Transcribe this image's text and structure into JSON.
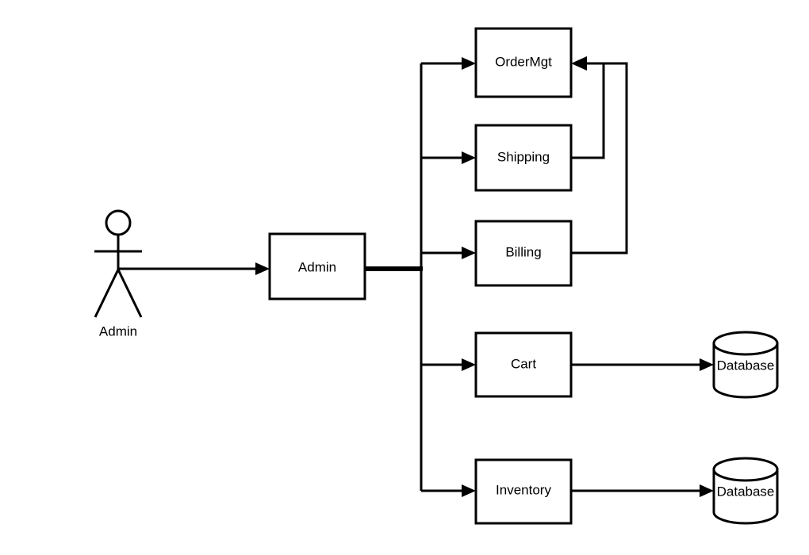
{
  "diagram": {
    "type": "architecture-flow-diagram",
    "background_color": "#ffffff",
    "stroke_color": "#000000",
    "actor": {
      "id": "actor-admin",
      "shape": "stick-figure",
      "label": "Admin"
    },
    "nodes": [
      {
        "id": "admin",
        "shape": "rectangle",
        "label": "Admin"
      },
      {
        "id": "ordermgt",
        "shape": "rectangle",
        "label": "OrderMgt"
      },
      {
        "id": "shipping",
        "shape": "rectangle",
        "label": "Shipping"
      },
      {
        "id": "billing",
        "shape": "rectangle",
        "label": "Billing"
      },
      {
        "id": "cart",
        "shape": "rectangle",
        "label": "Cart"
      },
      {
        "id": "inventory",
        "shape": "rectangle",
        "label": "Inventory"
      },
      {
        "id": "database-cart",
        "shape": "cylinder",
        "label": "Database"
      },
      {
        "id": "database-inventory",
        "shape": "cylinder",
        "label": "Database"
      }
    ],
    "edges": [
      {
        "id": "edge-actor-admin",
        "from": "actor-admin",
        "to": "admin",
        "arrow": "to"
      },
      {
        "id": "edge-admin-bus",
        "from": "admin",
        "to": "bus",
        "arrow": "none",
        "style": "bold"
      },
      {
        "id": "edge-bus-ordermgt",
        "from": "bus",
        "to": "ordermgt",
        "arrow": "to"
      },
      {
        "id": "edge-bus-shipping",
        "from": "bus",
        "to": "shipping",
        "arrow": "to"
      },
      {
        "id": "edge-bus-billing",
        "from": "bus",
        "to": "billing",
        "arrow": "to"
      },
      {
        "id": "edge-bus-cart",
        "from": "bus",
        "to": "cart",
        "arrow": "to"
      },
      {
        "id": "edge-bus-inventory",
        "from": "bus",
        "to": "inventory",
        "arrow": "to"
      },
      {
        "id": "edge-shipping-ordermgt",
        "from": "shipping",
        "to": "ordermgt",
        "arrow": "to"
      },
      {
        "id": "edge-billing-ordermgt",
        "from": "billing",
        "to": "ordermgt",
        "arrow": "to"
      },
      {
        "id": "edge-cart-database",
        "from": "cart",
        "to": "database-cart",
        "arrow": "to"
      },
      {
        "id": "edge-inventory-database",
        "from": "inventory",
        "to": "database-inventory",
        "arrow": "to"
      }
    ]
  }
}
